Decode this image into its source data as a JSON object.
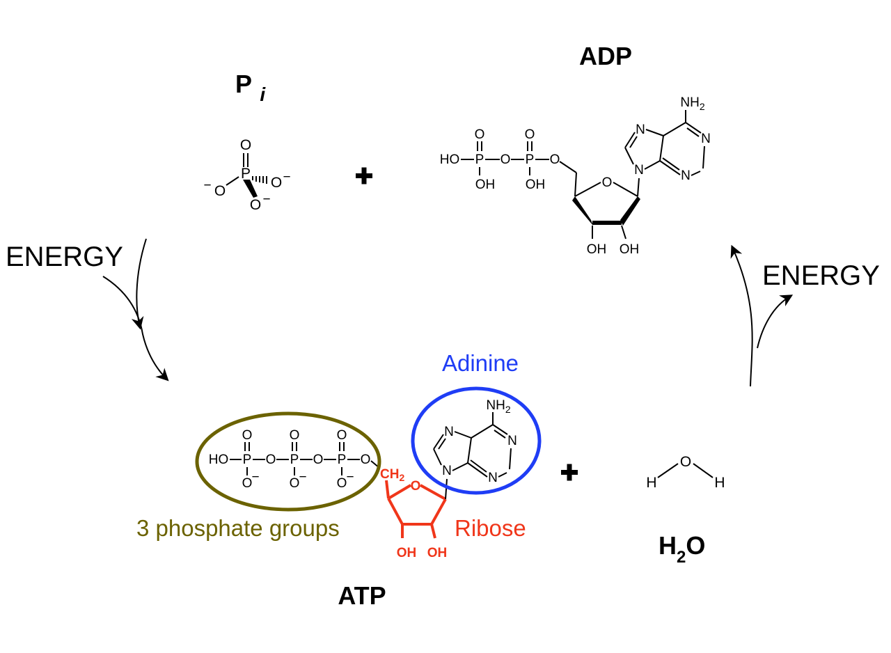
{
  "labels": {
    "adp_title": "ADP",
    "pi_title_main": "P",
    "pi_title_sub": "i",
    "atp_title": "ATP",
    "water_title_main": "H",
    "water_title_sub": "2",
    "water_title_end": "O",
    "energy_left": "ENERGY",
    "energy_right": "ENERGY",
    "adenine_label": "Adinine",
    "phosphate_label": "3 phosphate groups",
    "ribose_label": "Ribose"
  },
  "atoms": {
    "O": "O",
    "P": "P",
    "N": "N",
    "H": "H",
    "HO": "HO",
    "OH": "OH",
    "NH": "NH",
    "sub2": "2",
    "minus": "−",
    "CH": "CH"
  },
  "colors": {
    "phosphate": "#6b6200",
    "adenine": "#1f3df5",
    "ribose": "#f0361a",
    "text": "#000000"
  }
}
